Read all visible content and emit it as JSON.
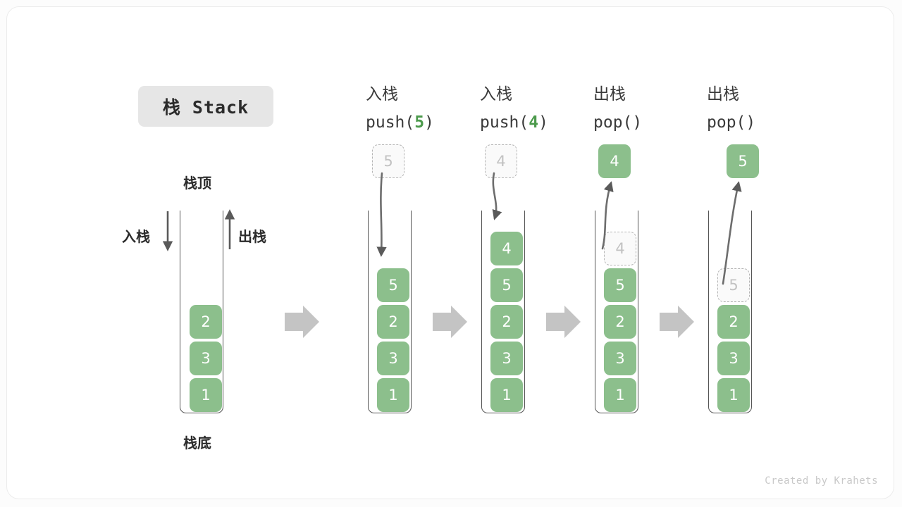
{
  "title_badge": "栈 Stack",
  "labels": {
    "top": "栈顶",
    "bottom": "栈底",
    "push": "入栈",
    "pop": "出栈"
  },
  "credit": "Created by Krahets",
  "colors": {
    "cell_fill": "#8cbf8c",
    "cell_text": "#ffffff",
    "ghost_border": "#b4b4b4",
    "ghost_text": "#c2c2c2",
    "arrow_gray": "#c4c4c4",
    "stroke": "#555555",
    "accent_green": "#4c9a4c",
    "badge_bg": "#e6e6e6"
  },
  "columns": [
    {
      "id": "initial",
      "header_cn": "",
      "header_code": "",
      "header_arg": "",
      "cells": [
        "2",
        "3",
        "1"
      ],
      "float_cell": null,
      "ghost_top": null
    },
    {
      "id": "push-5",
      "header_cn": "入栈",
      "header_code_prefix": "push(",
      "header_arg": "5",
      "header_code_suffix": ")",
      "cells": [
        "5",
        "2",
        "3",
        "1"
      ],
      "float_cell": {
        "value": "5",
        "style": "ghost"
      },
      "arrow": "down-into-stack"
    },
    {
      "id": "push-4",
      "header_cn": "入栈",
      "header_code_prefix": "push(",
      "header_arg": "4",
      "header_code_suffix": ")",
      "cells": [
        "4",
        "5",
        "2",
        "3",
        "1"
      ],
      "float_cell": {
        "value": "4",
        "style": "ghost"
      },
      "arrow": "down-into-stack"
    },
    {
      "id": "pop-4",
      "header_cn": "出栈",
      "header_code_prefix": "pop(",
      "header_arg": "",
      "header_code_suffix": ")",
      "cells": [
        "4",
        "5",
        "2",
        "3",
        "1"
      ],
      "ghost_index": 0,
      "float_cell": {
        "value": "4",
        "style": "filled"
      },
      "arrow": "up-out-of-stack"
    },
    {
      "id": "pop-5",
      "header_cn": "出栈",
      "header_code_prefix": "pop(",
      "header_arg": "",
      "header_code_suffix": ")",
      "cells": [
        "5",
        "2",
        "3",
        "1"
      ],
      "ghost_index": 0,
      "float_cell": {
        "value": "5",
        "style": "filled"
      },
      "arrow": "up-out-of-stack"
    }
  ],
  "step_arrows": 4,
  "diagram_type": "stack-operations"
}
